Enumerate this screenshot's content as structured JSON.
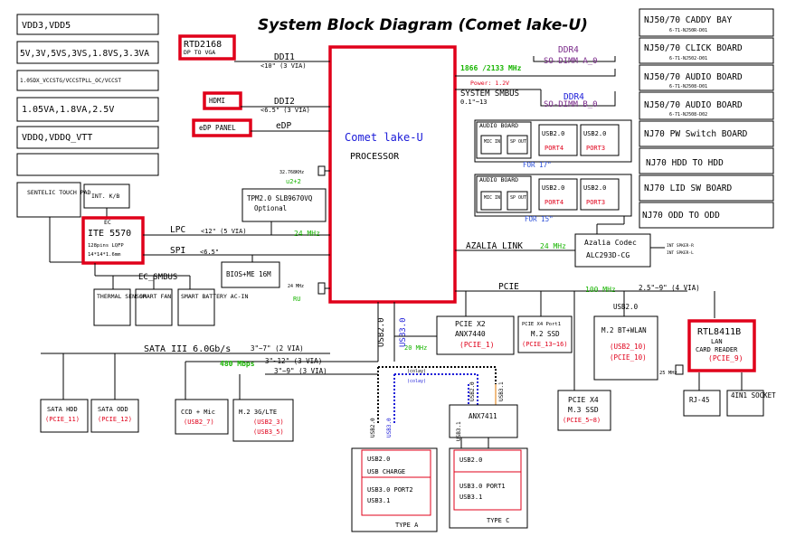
{
  "title": "System Block Diagram (Comet lake-U)",
  "power_rails": [
    "VDD3,VDD5",
    "5V,3V,5VS,3VS,1.8VS,3.3VA",
    "1.05DX_VCCSTG/VCCSTPLL_OC/VCCST",
    "1.05VA,1.8VA,2.5V",
    "VDDQ,VDDQ_VTT"
  ],
  "boards": [
    {
      "name": "NJ50/70 CADDY BAY",
      "pn": "6-71-NJ50R-D01"
    },
    {
      "name": "NJ50/70 CLICK BOARD",
      "pn": "6-71-NJ502-D01"
    },
    {
      "name": "NJ50/70 AUDIO BOARD",
      "pn": "6-71-NJ508-D01"
    },
    {
      "name": "NJ50/70 AUDIO BOARD",
      "pn": "6-71-NJ508-D02"
    },
    {
      "name": "NJ70 PW Switch BOARD",
      "pn": ""
    },
    {
      "name": "NJ70 HDD TO HDD",
      "pn": ""
    },
    {
      "name": "NJ70 LID SW BOARD",
      "pn": ""
    },
    {
      "name": "NJ70 ODD TO ODD",
      "pn": ""
    }
  ],
  "cpu": {
    "name": "Comet lake-U",
    "sub": "PROCESSOR"
  },
  "rtd": {
    "name": "RTD2168",
    "sub": "DP TO VGA",
    "bus": "DDI1",
    "len": "<10\" (3 VIA)"
  },
  "hdmi": {
    "name": "HDMI",
    "bus": "DDI2",
    "len": "<6.5\" (3 VIA)"
  },
  "edp": {
    "name": "eDP PANEL",
    "bus": "eDP"
  },
  "ddr": {
    "speed": "1866 /2133 MHz",
    "power": "Power: 1.2V",
    "smbus": "SYSTEM SMBUS",
    "smbus_len": "0.1\"~13",
    "a_name": "DDR4",
    "a_sub": "SO-DIMM A_0",
    "b_name": "DDR4",
    "b_sub": "SO-DIMM B_0"
  },
  "xtal1": {
    "freq": "32.768KHz",
    "label": "u2+2"
  },
  "xtal2": {
    "freq": "24 MHz",
    "label": "RU"
  },
  "audio17": {
    "title": "AUDIO BOARD",
    "mic": "MIC IN",
    "sp": "SP OUT",
    "usb_a": "USB2.0",
    "port_a": "PORT4",
    "usb_b": "USB2.0",
    "port_b": "PORT3",
    "caption": "FOR 17\""
  },
  "audio15": {
    "title": "AUDIO BOARD",
    "mic": "MIC IN",
    "sp": "SP OUT",
    "usb_a": "USB2.0",
    "port_a": "PORT4",
    "usb_b": "USB2.0",
    "port_b": "PORT3",
    "caption": "FOR 15\""
  },
  "sentelic": "SENTELIC TOUCH PAD",
  "intkb": "INT. K/B",
  "ec": {
    "top": "EC",
    "name": "ITE 5570",
    "pkg": "128pins LQFP",
    "dim": "14*14*1.6mm"
  },
  "tpm": {
    "name": "TPM2.0 SLB9670VQ",
    "opt": "Optional"
  },
  "lpc": {
    "label": "LPC",
    "len": "<12\" (5 VIA)",
    "freq": "24 MHz"
  },
  "spi": {
    "label": "SPI",
    "len": "<6.5\""
  },
  "bios": "BIOS+ME 16M",
  "ec_smbus": "EC_SMBUS",
  "thermal": "THERMAL SENSOR",
  "fan": "SMART FAN",
  "battery": "SMART BATTERY AC-IN",
  "azalia": {
    "label": "AZALIA LINK",
    "freq": "24 MHz"
  },
  "codec": {
    "name": "Azalia Codec",
    "part": "ALC293D-CG"
  },
  "spk": {
    "r": "INT SPKER-R",
    "l": "INT SPKER-L"
  },
  "usb20_v": "USB2.0",
  "usb30_v": "USB3.0",
  "pcie": {
    "label": "PCIE",
    "freq": "100 MHz",
    "len": "2.5\"~9\" (4 VIA)"
  },
  "pciex2": {
    "name": "PCIE X2",
    "part": "ANX7440",
    "port": "(PCIE_1)"
  },
  "ssd1": {
    "name": "PCIE X4 Port1",
    "sub": "M.2 SSD",
    "port": "(PCIE_13~16)"
  },
  "wlan": {
    "hdr": "USB2.0",
    "name": "M.2 BT+WLAN",
    "port1": "(USB2_10)",
    "port2": "(PCIE_10)"
  },
  "rtl": {
    "name": "RTL8411B",
    "sub1": "LAN",
    "sub2": "CARD READER",
    "port": "(PCIE_9)",
    "xtal": "25 MHz"
  },
  "rj45": "RJ-45",
  "socket": "4IN1 SOCKET",
  "ssd2": {
    "name": "PCIE X4",
    "sub": "M.3 SSD",
    "port": "(PCIE_5~8)"
  },
  "sata": {
    "label": "SATA III 6.0Gb/s",
    "len": "3\"~7\" (2 VIA)"
  },
  "sata_hdd": {
    "name": "SATA HDD",
    "port": "(PCIE_11)"
  },
  "sata_odd": {
    "name": "SATA ODD",
    "port": "(PCIE_12)"
  },
  "usb480": {
    "speed": "480 Mbps",
    "len1": "3\"~12\" (3 VIA)",
    "len2": "3\"~9\" (3 VIA)"
  },
  "ccd": {
    "name": "CCD + Mic",
    "port": "(USB2_7)"
  },
  "lte": {
    "name": "M.2 3G/LTE",
    "port1": "(USB2_3)",
    "port2": "(USB3_5)"
  },
  "freq20": "20 MHz",
  "anx7411": "ANX7411",
  "typea": {
    "usb20": "USB2.0",
    "charge": "USB CHARGE",
    "port": "USB3.0 PORT2",
    "sub": "USB3.1",
    "caption": "TYPE A"
  },
  "typec": {
    "usb20": "USB2.0",
    "port": "USB3.0 PORT1",
    "sub": "USB3.1",
    "caption": "TYPE C"
  },
  "colay1": "(colay)",
  "colay2": "(colay)",
  "vlbl": {
    "usb20a": "USB2.0",
    "usb30a": "USB3.0",
    "usb20b": "USB2.0",
    "usb31a": "USB3.1",
    "usb31b": "USB3.1"
  }
}
